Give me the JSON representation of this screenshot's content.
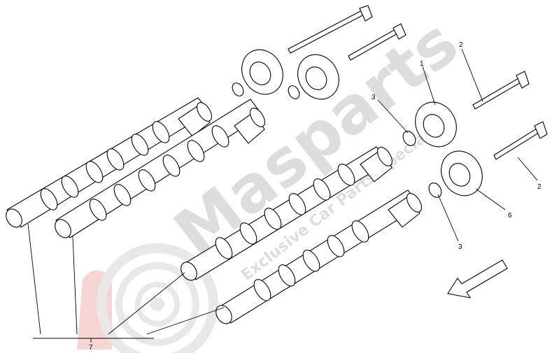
{
  "watermark": {
    "brand": "Masparts",
    "tagline": "Exclusive Car Parts Specialist",
    "logo_color": "#f1b3b3",
    "text_color": "#cfcfcf"
  },
  "callouts": [
    {
      "id": "c1a",
      "text": "1"
    },
    {
      "id": "c2a",
      "text": "2"
    },
    {
      "id": "c2b",
      "text": "2"
    },
    {
      "id": "c3a",
      "text": "3"
    },
    {
      "id": "c3b",
      "text": "3"
    },
    {
      "id": "c6",
      "text": "6"
    },
    {
      "id": "c7",
      "text": "7"
    }
  ],
  "icons": {
    "direction_arrow": "front-direction-arrow-icon"
  }
}
